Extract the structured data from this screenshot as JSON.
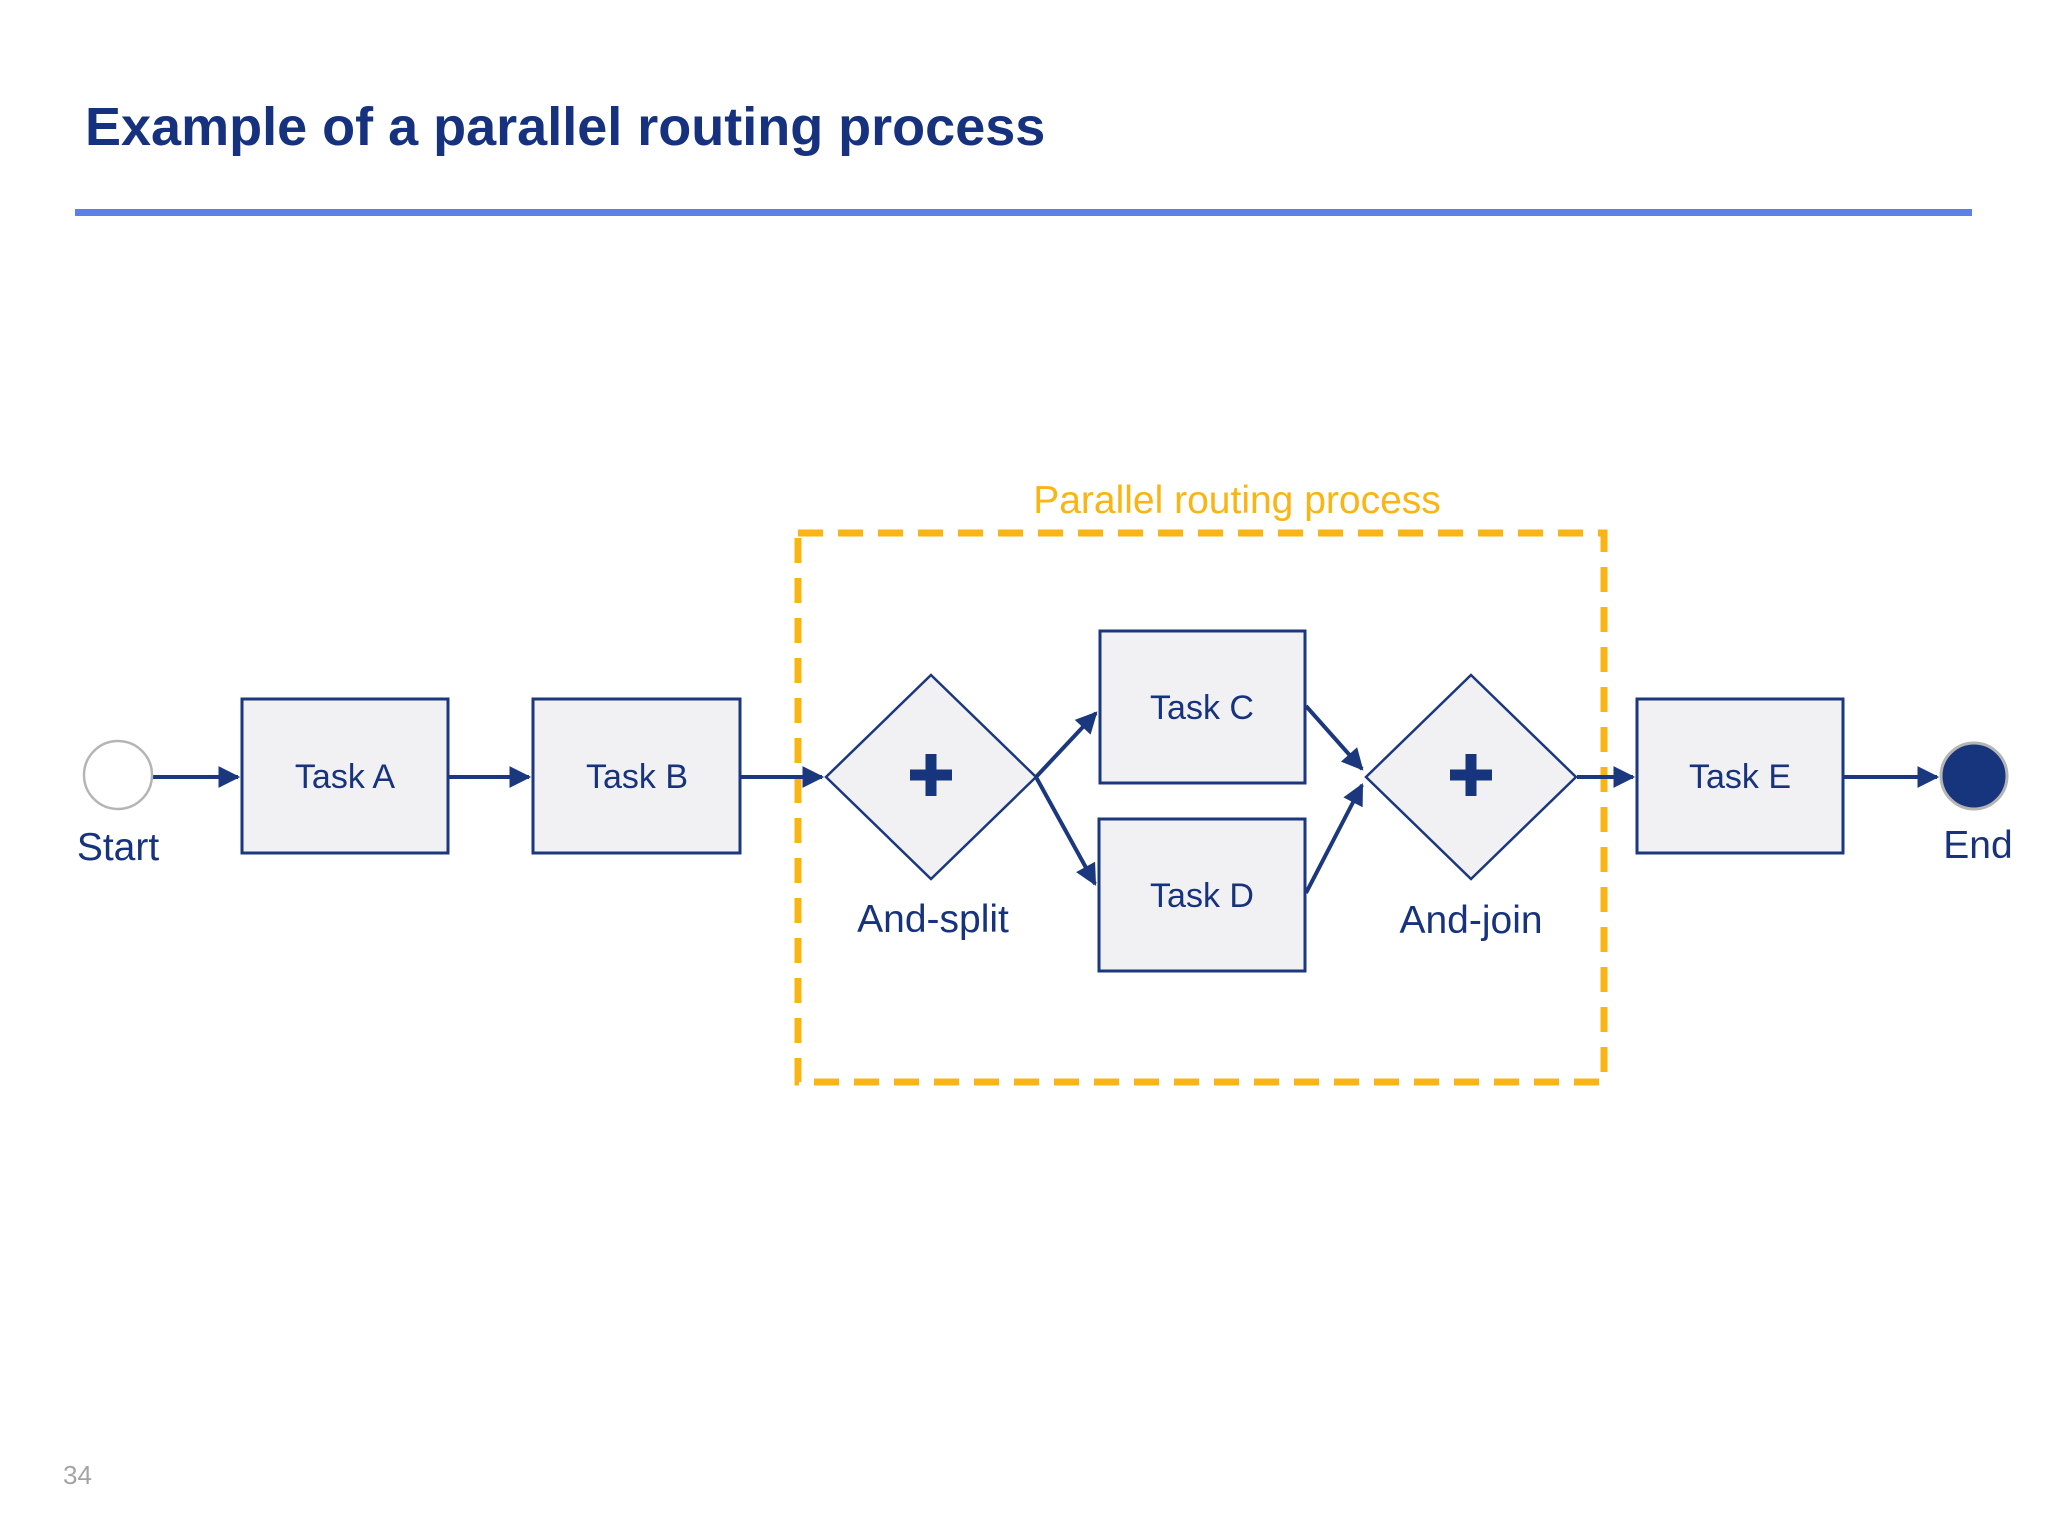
{
  "slide": {
    "title": "Example of a parallel routing process",
    "page_number": "34"
  },
  "colors": {
    "navy_ink": "#17337D",
    "shape_stroke": "#1B387E",
    "box_fill": "#F1F1F3",
    "accent_rule_blue": "#5C80E8",
    "gold": "#FAB515",
    "event_ring_gray": "#B5B5B5",
    "page_number_gray": "#A4A4A4"
  },
  "diagram": {
    "group_label": "Parallel routing process",
    "nodes": {
      "start": {
        "label": "Start",
        "type": "start-event"
      },
      "task_a": {
        "label": "Task A",
        "type": "task"
      },
      "task_b": {
        "label": "Task B",
        "type": "task"
      },
      "and_split": {
        "label": "And-split",
        "type": "parallel-gateway",
        "symbol": "+"
      },
      "task_c": {
        "label": "Task C",
        "type": "task"
      },
      "task_d": {
        "label": "Task D",
        "type": "task"
      },
      "and_join": {
        "label": "And-join",
        "type": "parallel-gateway",
        "symbol": "+"
      },
      "task_e": {
        "label": "Task E",
        "type": "task"
      },
      "end": {
        "label": "End",
        "type": "end-event"
      }
    },
    "edges": [
      "Start -> Task A",
      "Task A -> Task B",
      "Task B -> And-split",
      "And-split -> Task C",
      "And-split -> Task D",
      "Task C -> And-join",
      "Task D -> And-join",
      "And-join -> Task E",
      "Task E -> End"
    ]
  }
}
